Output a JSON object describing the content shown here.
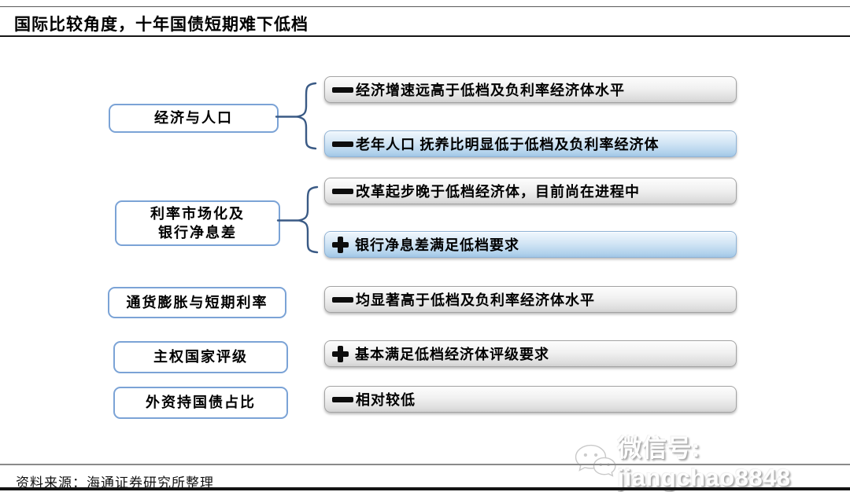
{
  "title": "国际比较角度，十年国债短期难下低档",
  "source": "资料来源：海通证券研究所整理",
  "watermark": {
    "icon": "wechat-icon",
    "text": "微信号: jiangchao8848"
  },
  "colors": {
    "category_border_blue": "#7ba3d6",
    "brace_blue": "#3a5a85",
    "assess_gray_top": "#fdfdfd",
    "assess_gray_bottom": "#d2d2d2",
    "assess_blue_top": "#f0f7fd",
    "assess_blue_bottom": "#a0c6e6",
    "icon_black": "#0d0d0d"
  },
  "diagram": {
    "categories": [
      {
        "line1": "经济与人口"
      },
      {
        "line1": "利率市场化及",
        "line2": "银行净息差"
      },
      {
        "line1": "通货膨胀与短期利率"
      },
      {
        "line1": "主权国家评级"
      },
      {
        "line1": "外资持国债占比"
      }
    ],
    "rows": [
      {
        "icon": "minus-icon",
        "style": "gray",
        "text": "经济增速远高于低档及负利率经济体水平"
      },
      {
        "icon": "minus-icon",
        "style": "blue",
        "text": "老年人口 抚养比明显低于低档及负利率经济体"
      },
      {
        "icon": "minus-icon",
        "style": "gray",
        "text": "改革起步晚于低档经济体，目前尚在进程中"
      },
      {
        "icon": "plus-icon",
        "style": "blue",
        "text": "银行净息差满足低档要求"
      },
      {
        "icon": "minus-icon",
        "style": "gray",
        "text": "均显著高于低档及负利率经济体水平"
      },
      {
        "icon": "plus-icon",
        "style": "gray",
        "text": "基本满足低档经济体评级要求"
      },
      {
        "icon": "minus-icon",
        "style": "gray",
        "text": "相对较低"
      }
    ]
  }
}
